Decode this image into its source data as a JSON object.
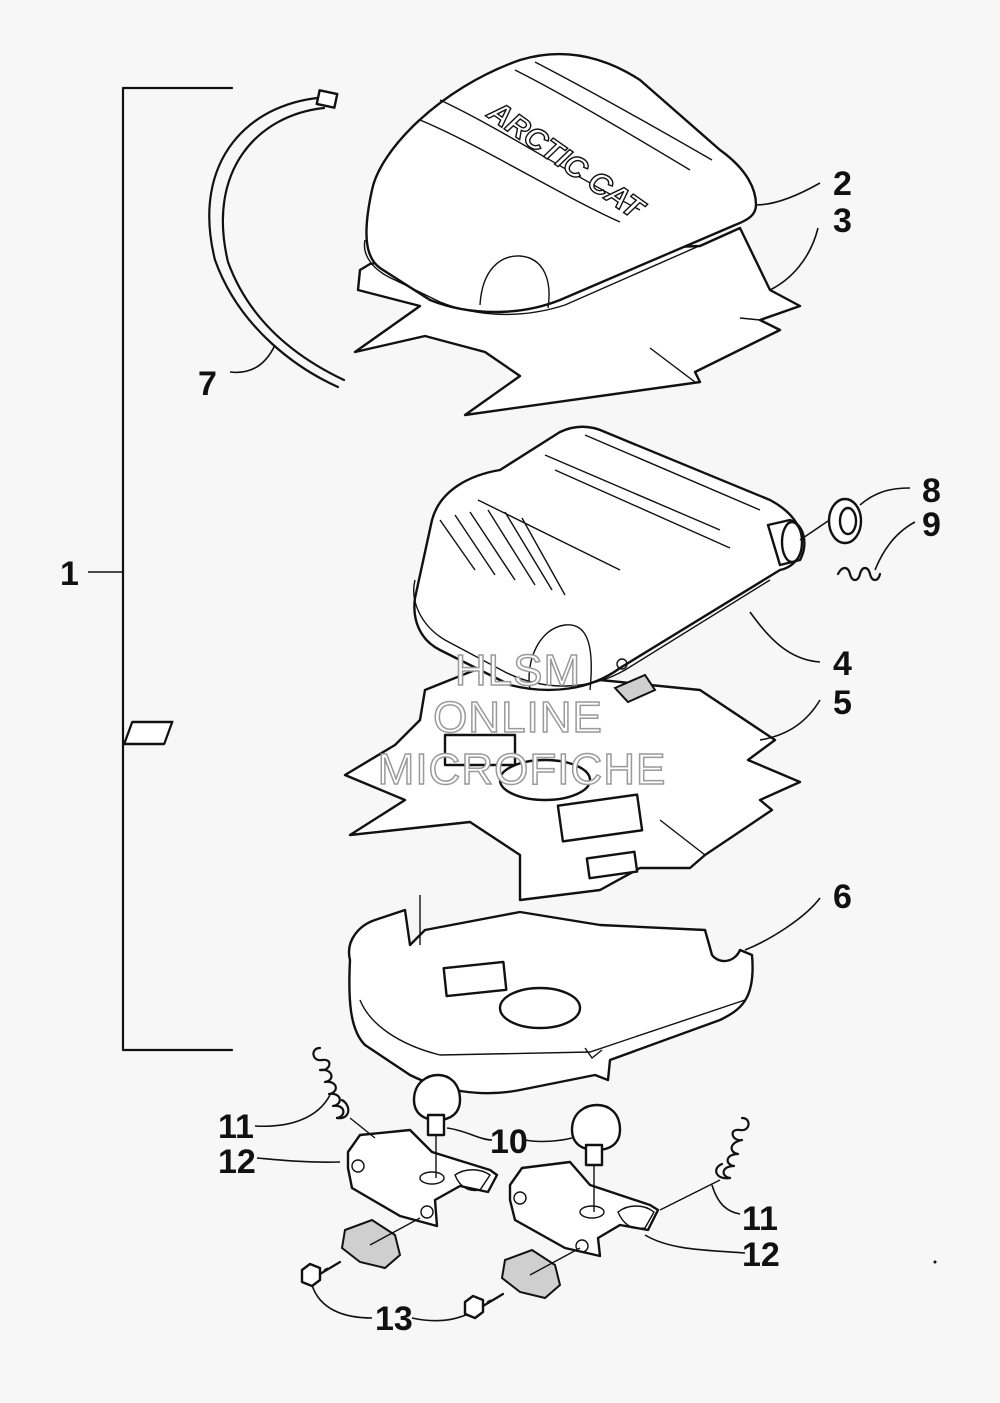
{
  "diagram": {
    "callouts": [
      {
        "id": "c1",
        "label": "1"
      },
      {
        "id": "c2",
        "label": "2"
      },
      {
        "id": "c3",
        "label": "3"
      },
      {
        "id": "c4",
        "label": "4"
      },
      {
        "id": "c5",
        "label": "5"
      },
      {
        "id": "c6",
        "label": "6"
      },
      {
        "id": "c7",
        "label": "7"
      },
      {
        "id": "c8",
        "label": "8"
      },
      {
        "id": "c9",
        "label": "9"
      },
      {
        "id": "c10",
        "label": "10"
      },
      {
        "id": "c11a",
        "label": "11"
      },
      {
        "id": "c11b",
        "label": "11"
      },
      {
        "id": "c12a",
        "label": "12"
      },
      {
        "id": "c12b",
        "label": "12"
      },
      {
        "id": "c13",
        "label": "13"
      }
    ],
    "cover_brand": "ARCTIC CAT",
    "watermark": [
      "HLSM",
      "ONLINE",
      "MICROFICHE"
    ]
  }
}
